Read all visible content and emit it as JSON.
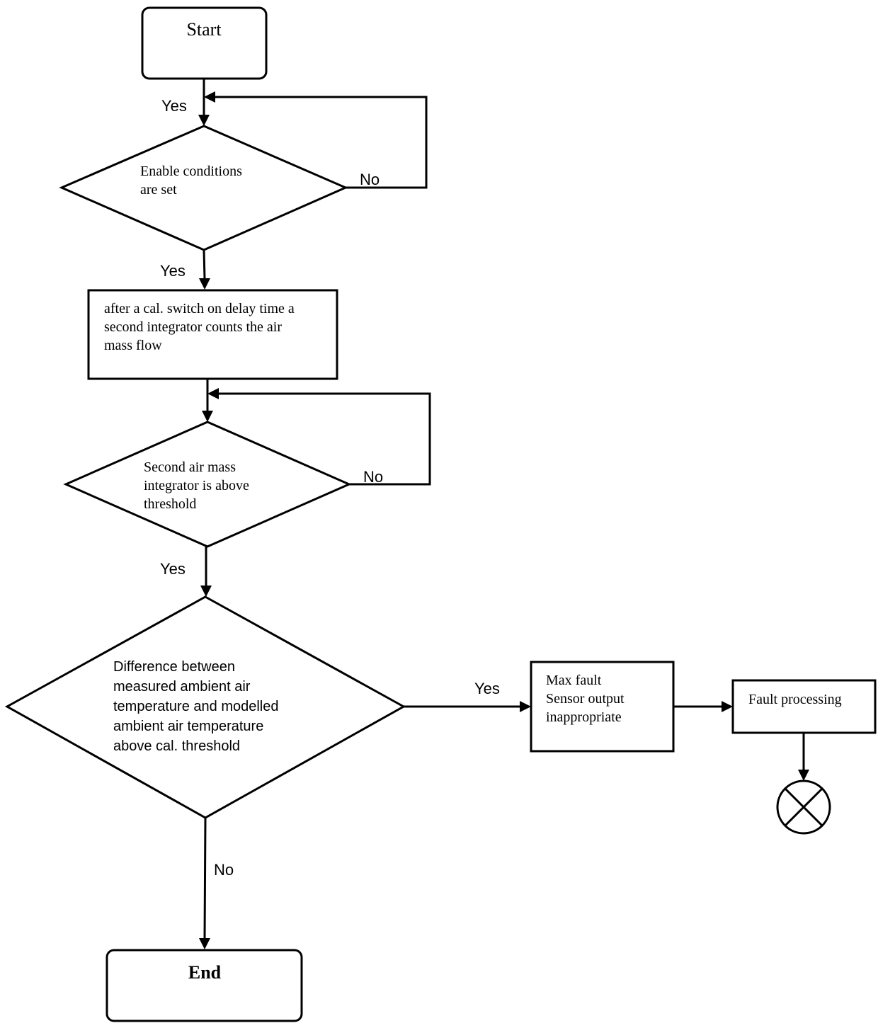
{
  "nodes": {
    "start": {
      "label": "Start"
    },
    "enable_conditions": {
      "lines": [
        "Enable conditions",
        "are set"
      ]
    },
    "integrator_process": {
      "lines": [
        "after a cal. switch on delay time a",
        "second integrator counts the air",
        "mass flow"
      ]
    },
    "integrator_threshold": {
      "lines": [
        "Second air mass",
        "integrator is above",
        "threshold"
      ]
    },
    "temperature_difference": {
      "lines": [
        "Difference between",
        "measured ambient air",
        "temperature and modelled",
        "ambient air temperature",
        "above cal. threshold"
      ]
    },
    "max_fault": {
      "lines": [
        "Max fault",
        "Sensor output",
        "inappropriate"
      ]
    },
    "fault_processing": {
      "label": "Fault processing"
    },
    "end": {
      "label": "End"
    }
  },
  "edge_labels": {
    "start_to_enable": "Yes",
    "enable_no": "No",
    "enable_yes": "Yes",
    "threshold_no": "No",
    "threshold_yes": "Yes",
    "difference_yes": "Yes",
    "difference_no": "No"
  },
  "icons": {
    "terminator": "cross-circle-icon"
  }
}
